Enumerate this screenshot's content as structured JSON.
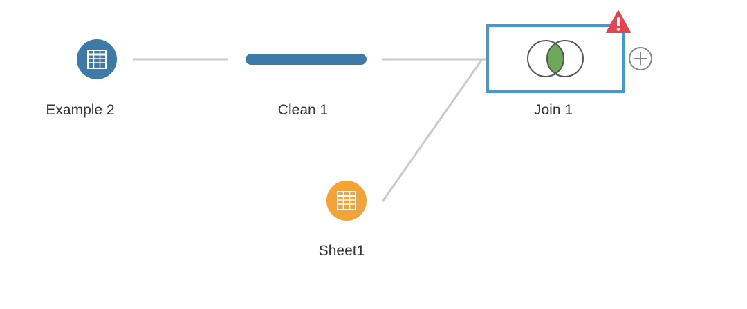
{
  "colors": {
    "connector": "#c9c9c9",
    "clean_step": "#3e7aa8",
    "input_primary": "#3e7aa8",
    "input_secondary": "#f5a236",
    "join_border": "#3b9ae1",
    "join_overlap": "#6fa85a",
    "warning": "#e5444e",
    "add_button": "#888888"
  },
  "nodes": {
    "example2": {
      "label": "Example 2",
      "icon": "table-icon"
    },
    "clean1": {
      "label": "Clean 1",
      "icon": "clean-step-bar"
    },
    "join1": {
      "label": "Join 1",
      "icon": "venn-inner-join-icon",
      "status_icon": "warning-icon"
    },
    "sheet1": {
      "label": "Sheet1",
      "icon": "table-icon"
    }
  },
  "add_step_icon": "plus-circle-icon"
}
